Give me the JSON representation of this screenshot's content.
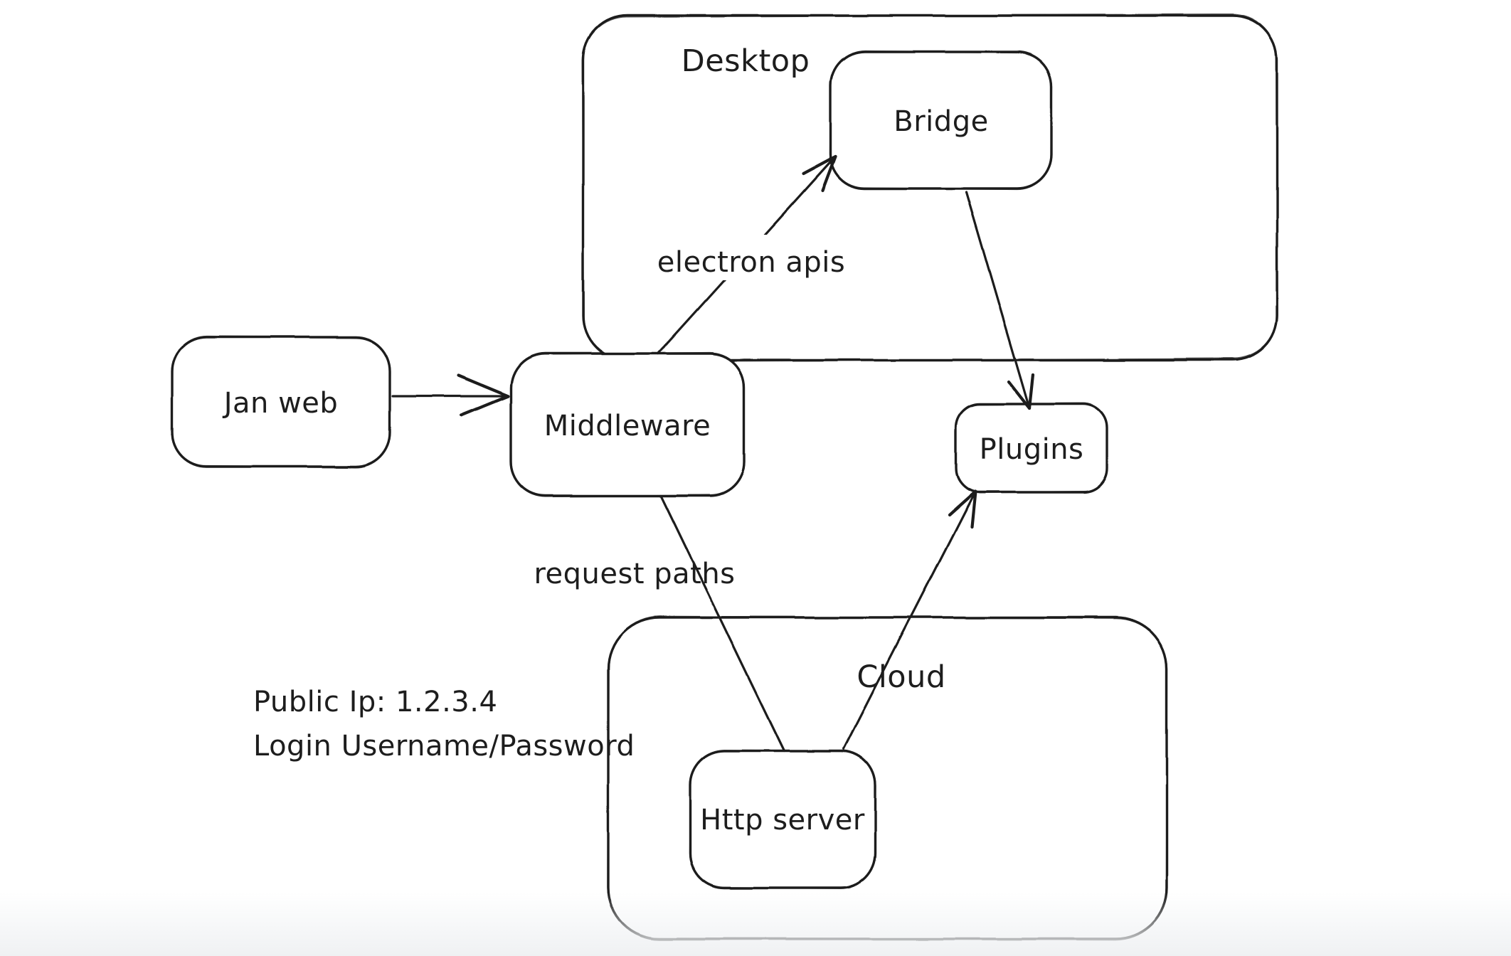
{
  "diagram": {
    "background": "#ffffff",
    "stroke_color": "#1d1d1d",
    "bottom_fade_color": "#eff1f3",
    "containers": {
      "desktop": {
        "label": "Desktop"
      },
      "cloud": {
        "label": "Cloud"
      }
    },
    "nodes": {
      "jan_web": {
        "label": "Jan web"
      },
      "middleware": {
        "label": "Middleware"
      },
      "bridge": {
        "label": "Bridge"
      },
      "plugins": {
        "label": "Plugins"
      },
      "http_server": {
        "label": "Http server"
      }
    },
    "edges": [
      {
        "from": "jan_web",
        "to": "middleware",
        "label": "",
        "arrowhead": "end"
      },
      {
        "from": "middleware",
        "to": "bridge",
        "label": "electron apis",
        "arrowhead": "end"
      },
      {
        "from": "bridge",
        "to": "plugins",
        "label": "",
        "arrowhead": "end"
      },
      {
        "from": "middleware",
        "to": "http_server",
        "label": "request paths",
        "arrowhead": "none"
      },
      {
        "from": "http_server",
        "to": "plugins",
        "label": "",
        "arrowhead": "end"
      }
    ],
    "notes": {
      "line1": "Public Ip: 1.2.3.4",
      "line2": "Login Username/Password"
    }
  }
}
